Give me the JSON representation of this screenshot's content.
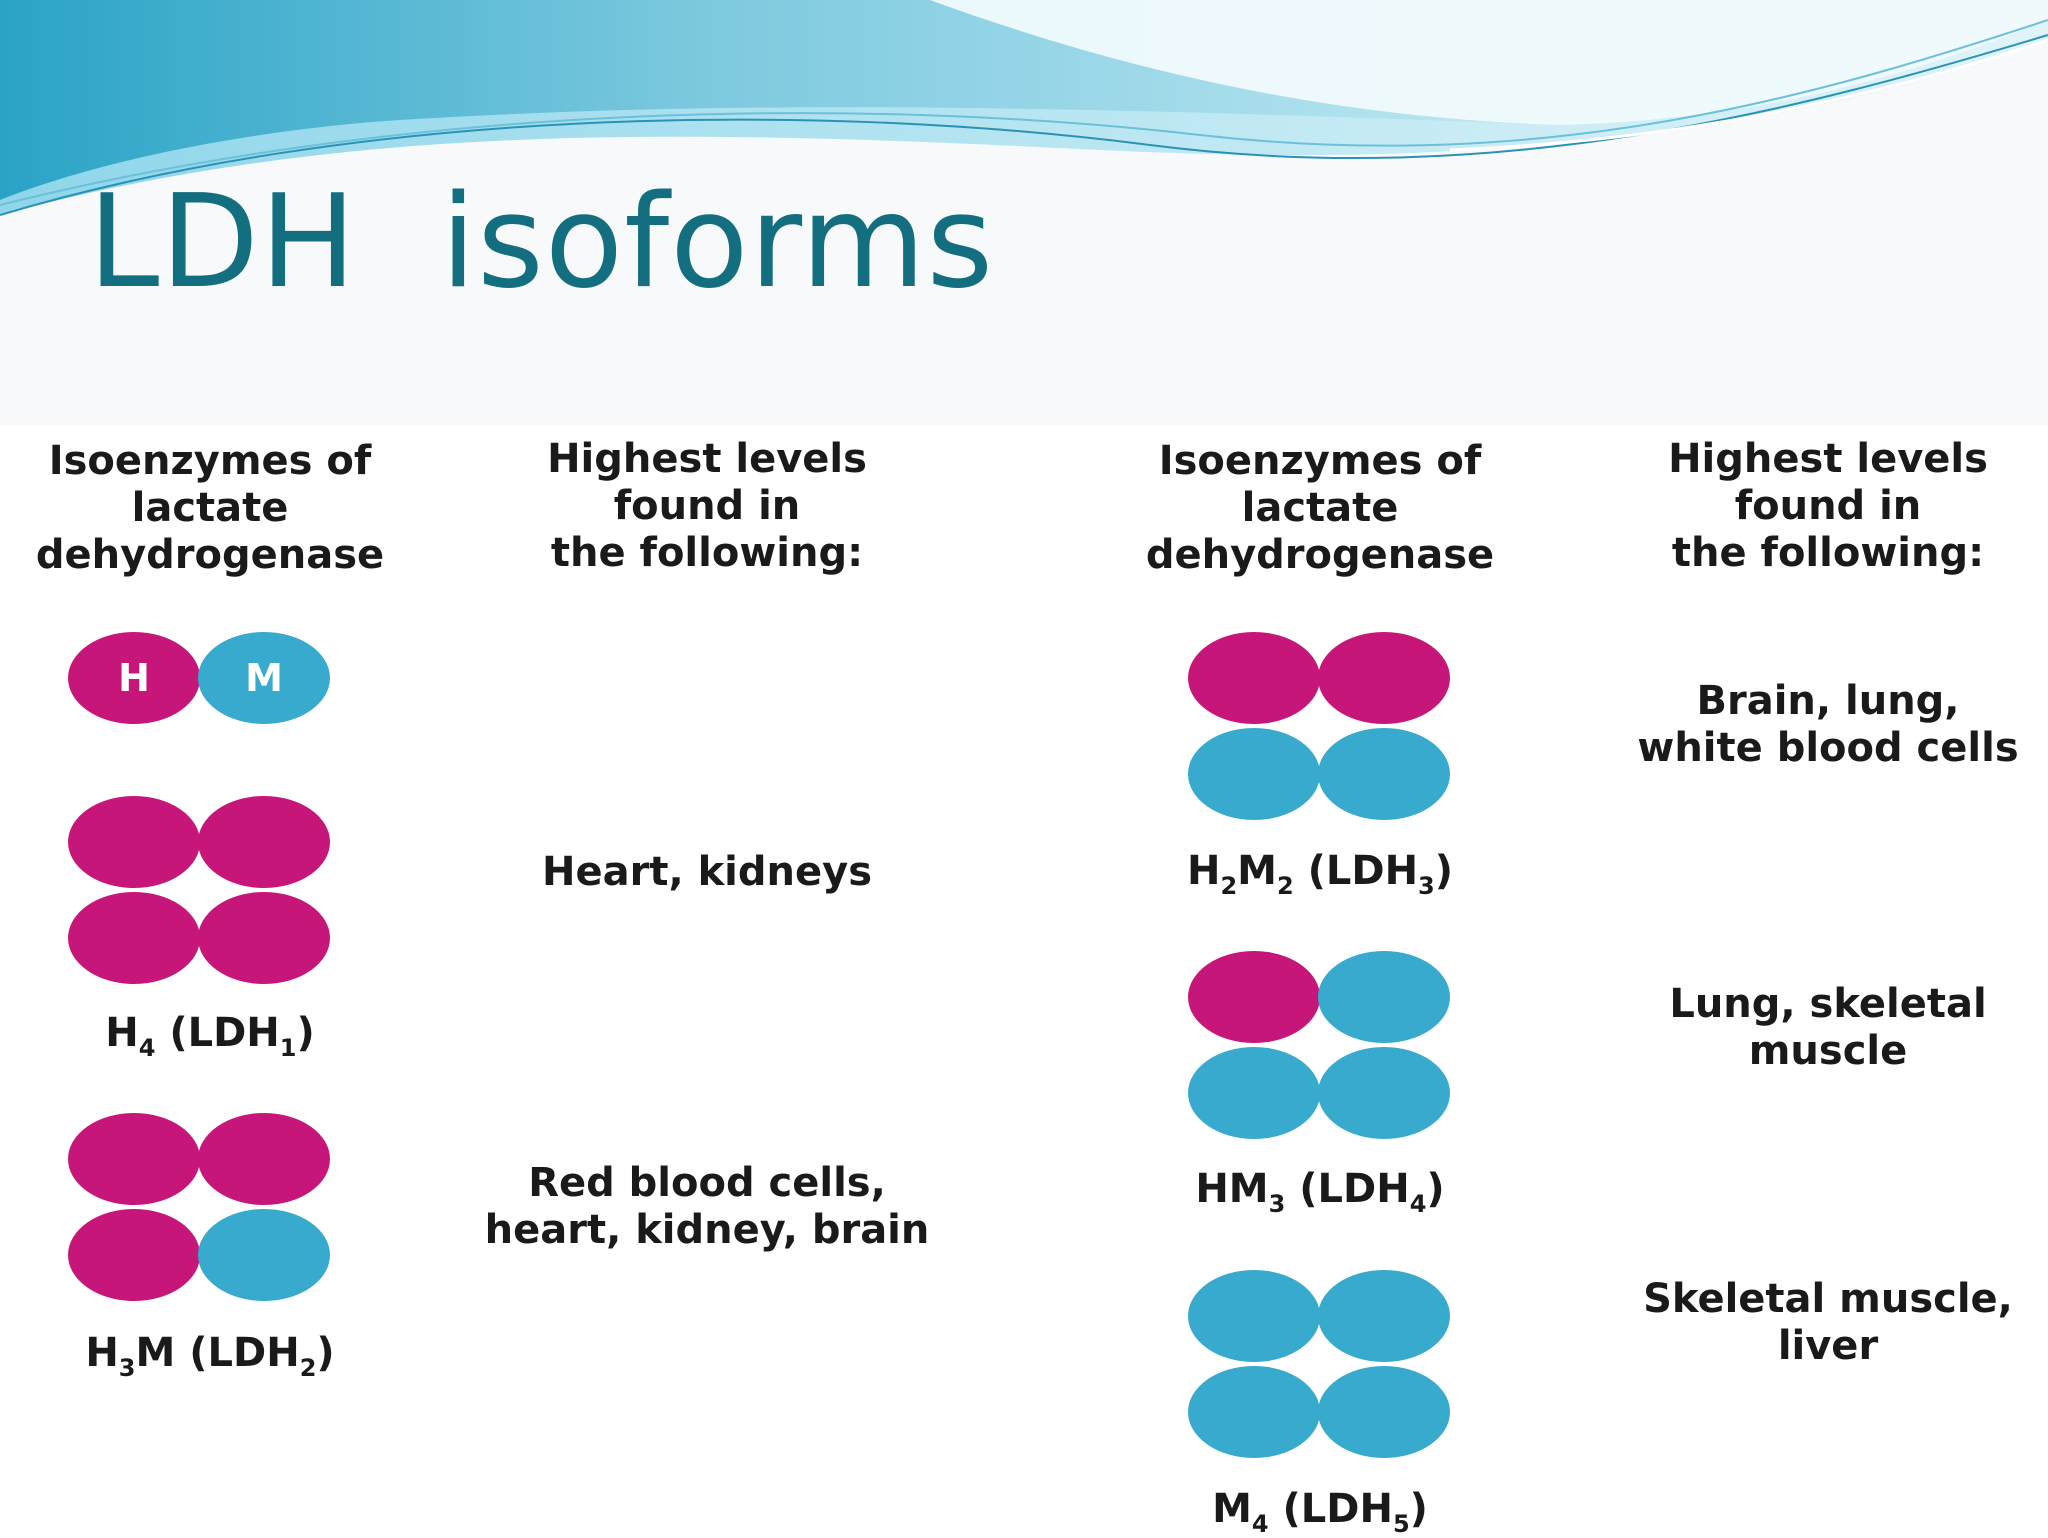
{
  "title": "LDH  isoforms",
  "colors": {
    "title": "#136e80",
    "H_subunit": "#c7167a",
    "M_subunit": "#38aacd",
    "wave_light": "#8fd6ea",
    "wave_dark": "#2aa3c6"
  },
  "headers": {
    "left": {
      "isoenzymes": [
        "Isoenzymes of",
        "lactate",
        "dehydrogenase"
      ],
      "levels": [
        "Highest levels",
        "found in",
        "the following:"
      ]
    },
    "right": {
      "isoenzymes": [
        "Isoenzymes of",
        "lactate",
        "dehydrogenase"
      ],
      "levels": [
        "Highest levels",
        "found in",
        "the following:"
      ]
    }
  },
  "subunit_key": {
    "H": "H",
    "M": "M"
  },
  "isoforms": [
    {
      "id": "LDH1",
      "composition": [
        "H",
        "H",
        "H",
        "H"
      ],
      "label": {
        "a": "H",
        "a_sub": "4",
        "b": "",
        "b_sub": "",
        "c": " (LDH",
        "c_sub": "1",
        "d": ")"
      },
      "tissues": [
        "Heart, kidneys"
      ]
    },
    {
      "id": "LDH2",
      "composition": [
        "H",
        "H",
        "H",
        "M"
      ],
      "label": {
        "a": "H",
        "a_sub": "3",
        "b": "M",
        "b_sub": "",
        "c": " (LDH",
        "c_sub": "2",
        "d": ")"
      },
      "tissues": [
        "Red blood cells,",
        "heart, kidney, brain"
      ]
    },
    {
      "id": "LDH3",
      "composition": [
        "H",
        "H",
        "M",
        "M"
      ],
      "label": {
        "a": "H",
        "a_sub": "2",
        "b": "M",
        "b_sub": "2",
        "c": " (LDH",
        "c_sub": "3",
        "d": ")"
      },
      "tissues": [
        "Brain, lung,",
        "white blood cells"
      ]
    },
    {
      "id": "LDH4",
      "composition": [
        "H",
        "M",
        "M",
        "M"
      ],
      "label": {
        "a": "HM",
        "a_sub": "3",
        "b": "",
        "b_sub": "",
        "c": " (LDH",
        "c_sub": "4",
        "d": ")"
      },
      "tissues": [
        "Lung, skeletal",
        "muscle"
      ]
    },
    {
      "id": "LDH5",
      "composition": [
        "M",
        "M",
        "M",
        "M"
      ],
      "label": {
        "a": "M",
        "a_sub": "4",
        "b": "",
        "b_sub": "",
        "c": " (LDH",
        "c_sub": "5",
        "d": ")"
      },
      "tissues": [
        "Skeletal muscle,",
        "liver"
      ]
    }
  ]
}
